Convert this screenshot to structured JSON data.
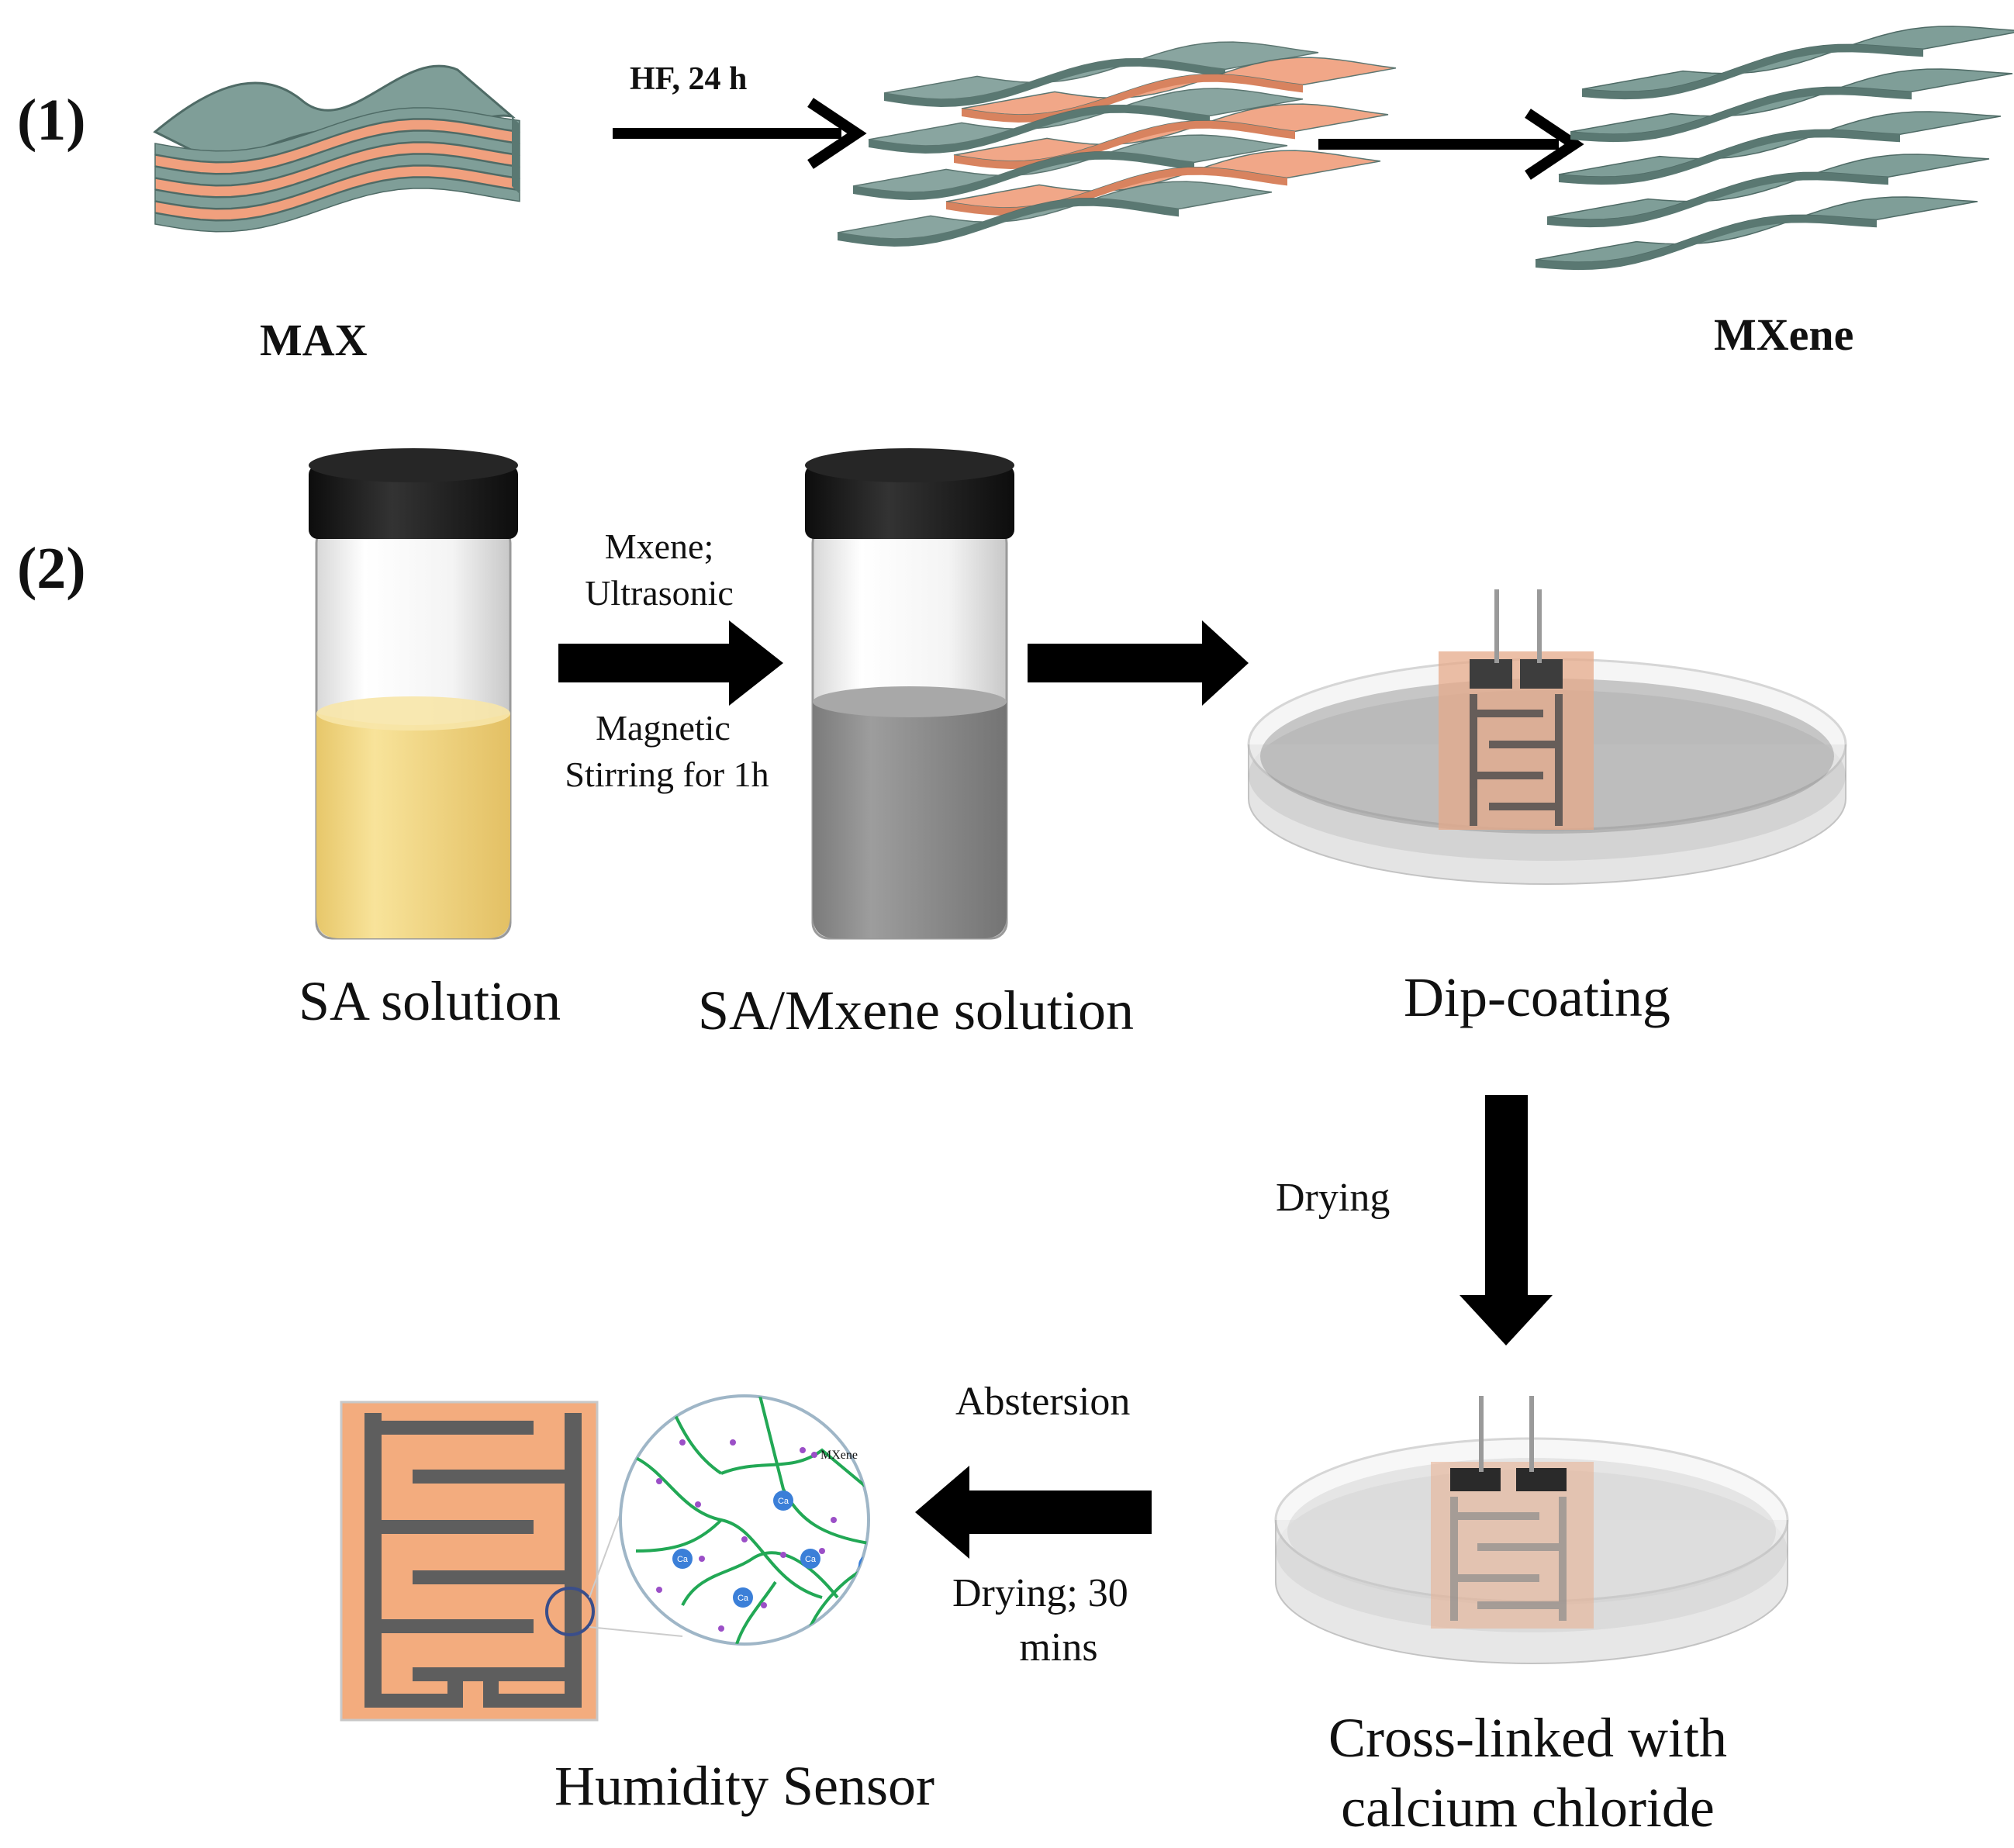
{
  "panel1": {
    "tag": "(1)",
    "step_label": "HF, 24 h",
    "left_label": "MAX",
    "right_label": "MXene"
  },
  "panel2": {
    "tag": "(2)",
    "vial1_label": "SA solution",
    "vial2_label": "SA/Mxene solution",
    "arrow1_line1": "Mxene;",
    "arrow1_line2": "Ultrasonic",
    "arrow1_line3": "Magnetic",
    "arrow1_line4": "Stirring  for 1h",
    "dish1_label": "Dip-coating",
    "drying_label": "Drying",
    "dish2_line1": "Cross-linked with",
    "dish2_line2": "calcium chloride",
    "arrow3_line1": "Abstersion",
    "arrow3_line2": "Drying;  30",
    "arrow3_line3": "mins",
    "sensor_label": "Humidity Sensor",
    "zoom_tag": "MXene",
    "ion_label": "Ca"
  },
  "colors": {
    "layer_green": "#7f9e98",
    "layer_green_dark": "#5a7872",
    "layer_orange": "#f0a07e",
    "liquid_yellow": "#f2d77e",
    "liquid_gray": "#8a8a8a",
    "cap_black": "#1a1a1a",
    "sensor_bg": "#f3ac7e",
    "electrode": "#5e5e5e",
    "network_green": "#22a855",
    "dot_purple": "#9b4fc7",
    "ion_blue": "#3b7fd8"
  }
}
